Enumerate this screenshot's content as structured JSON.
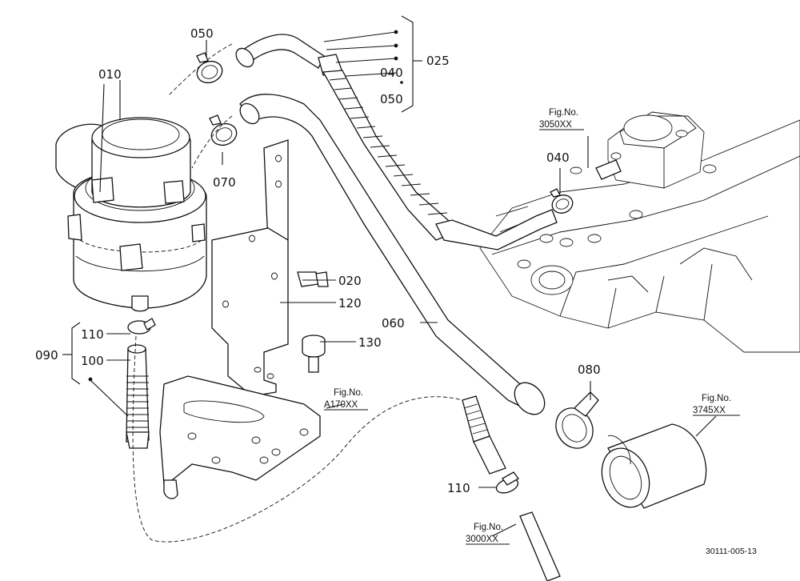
{
  "parts": {
    "p010": "010",
    "p020": "020",
    "p025": "025",
    "p040a": "040",
    "p050a": "050",
    "p050b": "050",
    "p040b": "040",
    "p060": "060",
    "p070": "070",
    "p080": "080",
    "p090": "090",
    "p100": "100",
    "p110a": "110",
    "p110b": "110",
    "p120": "120",
    "p130": "130"
  },
  "figrefs": {
    "f3050": {
      "line1": "Fig.No.",
      "line2": "3050XX"
    },
    "fA170": {
      "line1": "Fig.No.",
      "line2": "A170XX"
    },
    "f3745": {
      "line1": "Fig.No.",
      "line2": "3745XX"
    },
    "f3000": {
      "line1": "Fig.No.",
      "line2": "3000XX"
    }
  },
  "diagram_code": "30111-005-13"
}
